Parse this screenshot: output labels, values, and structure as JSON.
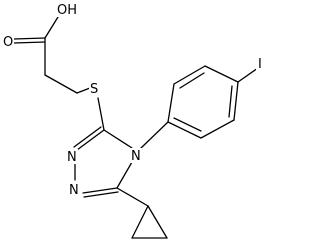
{
  "structure": {
    "atoms": {
      "oh": "OH",
      "o_carbonyl": "O",
      "s": "S",
      "n1": "N",
      "n2": "N",
      "n4": "N",
      "iodine": "I"
    },
    "colors": {
      "bond": "#000000",
      "label": "#000000",
      "background": "#ffffff"
    }
  }
}
